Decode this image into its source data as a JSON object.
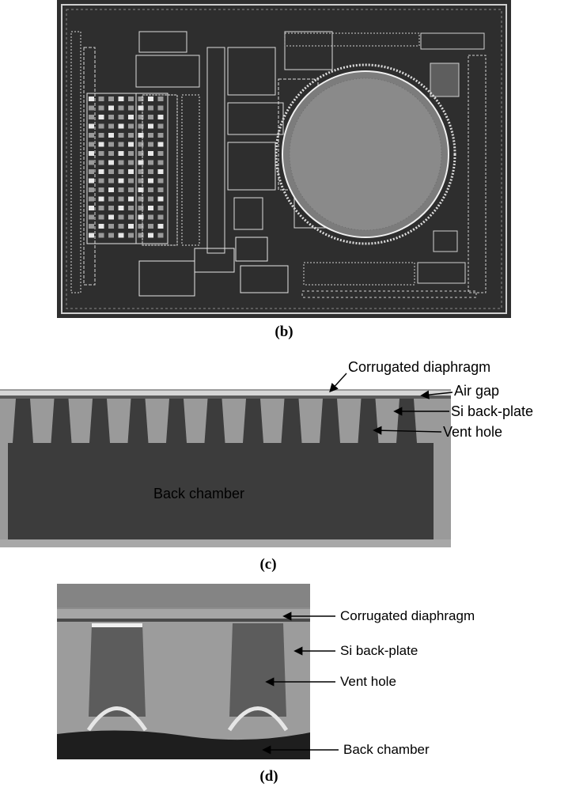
{
  "panels": {
    "b": {
      "label": "(b)"
    },
    "c": {
      "label": "(c)"
    },
    "d": {
      "label": "(d)"
    }
  },
  "panel_c_callouts": {
    "corrugated_diaphragm": "Corrugated diaphragm",
    "air_gap": "Air gap",
    "si_back_plate": "Si back-plate",
    "vent_hole": "Vent hole",
    "back_chamber": "Back chamber"
  },
  "panel_d_callouts": {
    "corrugated_diaphragm": "Corrugated diaphragm",
    "si_back_plate": "Si back-plate",
    "vent_hole": "Vent hole",
    "back_chamber": "Back chamber"
  },
  "colors": {
    "layout_bg": "#2e2e2e",
    "layout_lines": "#d8d8d8",
    "sem_bg": "#8c8c8c",
    "sem_dark": "#3a3a3a",
    "sem_plate": "#9a9a9a"
  }
}
